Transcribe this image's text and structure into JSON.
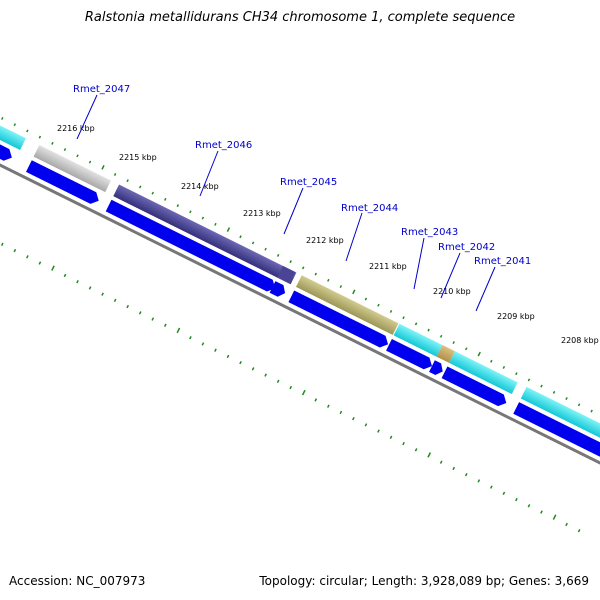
{
  "title": "Ralstonia metallidurans CH34 chromosome 1, complete sequence",
  "footer": {
    "accession": "Accession: NC_007973",
    "summary": "Topology: circular; Length: 3,928,089 bp; Genes: 3,669"
  },
  "map": {
    "kbp_labels": [
      "2216 kbp",
      "2215 kbp",
      "2214 kbp",
      "2213 kbp",
      "2212 kbp",
      "2211 kbp",
      "2210 kbp",
      "2209 kbp",
      "2208 kbp"
    ],
    "genes": [
      {
        "label": "Rmet_2047",
        "cog_color": "#c8c8c8"
      },
      {
        "label": "Rmet_2046",
        "cog_color": "#4a4496"
      },
      {
        "label": "Rmet_2045",
        "cog_color": "#4a4496"
      },
      {
        "label": "Rmet_2044",
        "cog_color": "#b8b06c"
      },
      {
        "label": "Rmet_2043",
        "cog_color": "#22d8e4"
      },
      {
        "label": "Rmet_2042",
        "cog_color": "#c8a858"
      },
      {
        "label": "Rmet_2041",
        "cog_color": "#22d8e4"
      }
    ],
    "colors": {
      "cds": "#0000ee",
      "backbone": "#777777",
      "tick": "#228822",
      "label": "#0000cc"
    }
  }
}
